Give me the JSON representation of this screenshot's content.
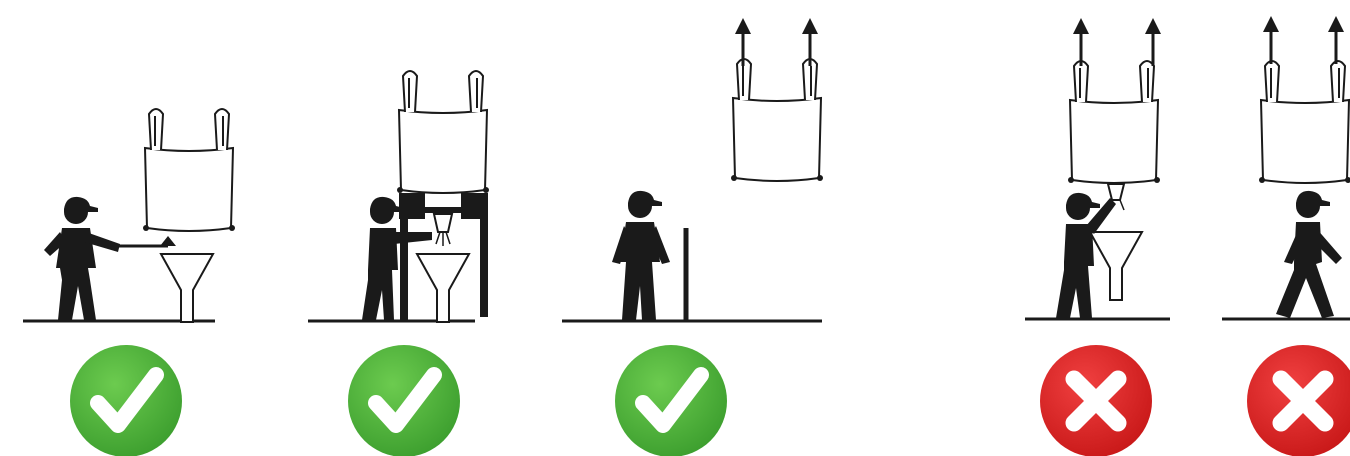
{
  "title": "",
  "panels": [
    {
      "id": "manual-discharge",
      "verdict": "correct",
      "badge_icon": "check-icon"
    },
    {
      "id": "frame-supported-discharge",
      "verdict": "correct",
      "badge_icon": "check-icon"
    },
    {
      "id": "behind-barrier",
      "verdict": "correct",
      "badge_icon": "check-icon"
    },
    {
      "id": "under-suspended-bag-reaching",
      "verdict": "incorrect",
      "badge_icon": "cross-icon"
    },
    {
      "id": "walking-under-suspended-bag",
      "verdict": "incorrect",
      "badge_icon": "cross-icon"
    }
  ],
  "colors": {
    "correct": "#4caf3f",
    "correct_dark": "#2e7d22",
    "incorrect": "#e02020",
    "incorrect_dark": "#b01515",
    "ink": "#1a1a1a"
  }
}
